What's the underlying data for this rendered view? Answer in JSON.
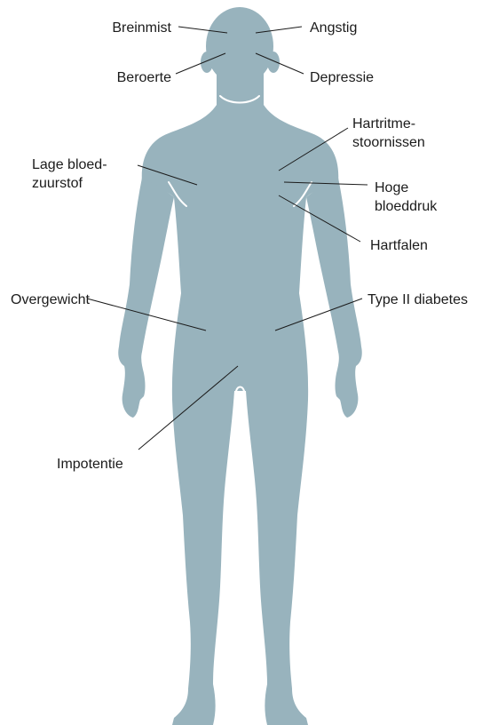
{
  "labels": {
    "breinmist": "Breinmist",
    "angstig": "Angstig",
    "beroerte": "Beroerte",
    "depressie": "Depressie",
    "hartritme_1": "Hartritme-",
    "hartritme_2": "stoornissen",
    "lage_1": "Lage bloed-",
    "lage_2": "zuurstof",
    "hoge_1": "Hoge",
    "hoge_2": "bloeddruk",
    "hartfalen": "Hartfalen",
    "overgewicht": "Overgewicht",
    "diabetes": "Type II diabetes",
    "impotentie": "Impotentie"
  },
  "colors": {
    "body": "#98b3bd",
    "text": "#1b1b1b",
    "background": "#ffffff"
  }
}
